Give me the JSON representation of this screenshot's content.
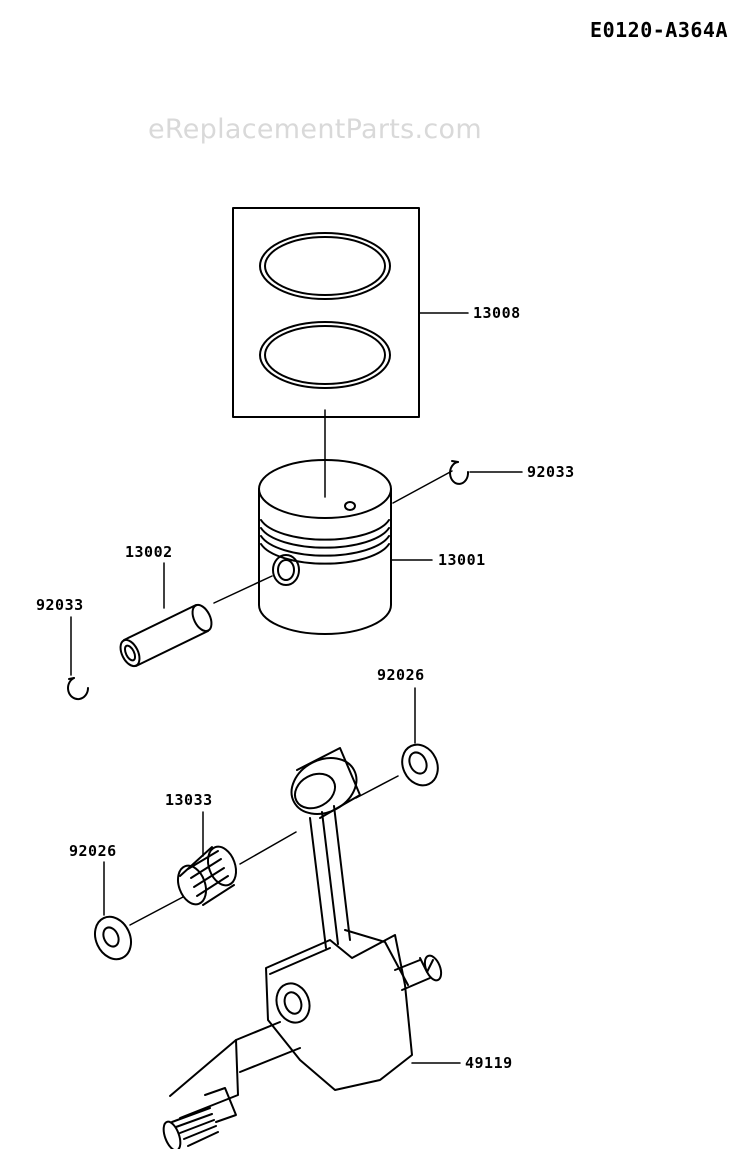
{
  "diagram_code": "E0120-A364A",
  "watermark": "eReplacementParts.com",
  "parts": [
    {
      "number": "13008"
    },
    {
      "number": "92033"
    },
    {
      "number": "13002"
    },
    {
      "number": "13001"
    },
    {
      "number": "92033"
    },
    {
      "number": "92026"
    },
    {
      "number": "13033"
    },
    {
      "number": "92026"
    },
    {
      "number": "49119"
    }
  ]
}
